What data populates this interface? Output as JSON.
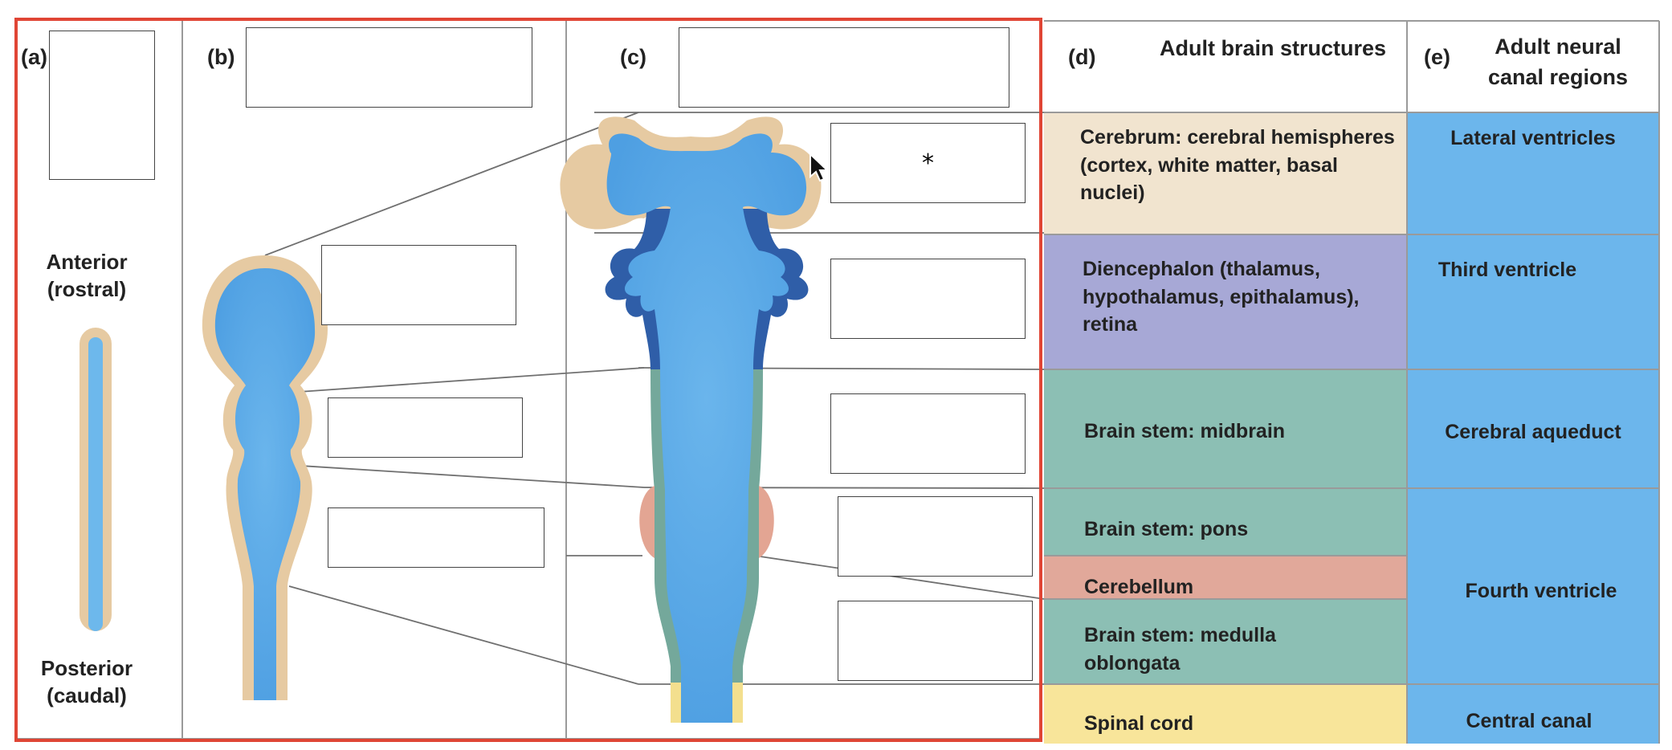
{
  "panels": {
    "a": "(a)",
    "b": "(b)",
    "c": "(c)",
    "d": "(d)",
    "e": "(e)"
  },
  "axis": {
    "anterior": "Anterior\n(rostral)",
    "posterior": "Posterior\n(caudal)"
  },
  "headers": {
    "structures": "Adult brain structures",
    "canal": "Adult neural\ncanal regions"
  },
  "structures": [
    {
      "text": "Cerebrum: cerebral hemispheres (cortex, white matter, basal nuclei)",
      "color": "#f1e4cf"
    },
    {
      "text": "Diencephalon (thalamus, hypothalamus, epithalamus), retina",
      "color": "#a7a8d6"
    },
    {
      "text": "Brain stem: midbrain",
      "color": "#8cbfb4"
    },
    {
      "text": "Brain stem: pons",
      "color": "#8cbfb4"
    },
    {
      "text": "Cerebellum",
      "color": "#e1a89a"
    },
    {
      "text": "Brain stem: medulla oblongata",
      "color": "#8cbfb4"
    },
    {
      "text": "Spinal cord",
      "color": "#f8e59a"
    }
  ],
  "canal_regions": [
    {
      "text": "Lateral ventricles"
    },
    {
      "text": "Third ventricle"
    },
    {
      "text": "Cerebral aqueduct"
    },
    {
      "text": "Fourth ventricle"
    },
    {
      "text": "Central canal"
    }
  ],
  "blanks": {
    "c_mark": "*"
  },
  "colors": {
    "frame_red": "#e04535",
    "canal_blue": "#6db8ec",
    "tissue_tan": "#e6caa2",
    "diencephalon_blue": "#2f5ea8",
    "midbrain_teal": "#74a89b",
    "cerebellum_salmon": "#e3a593",
    "spinal_yellow": "#f3df8e"
  }
}
